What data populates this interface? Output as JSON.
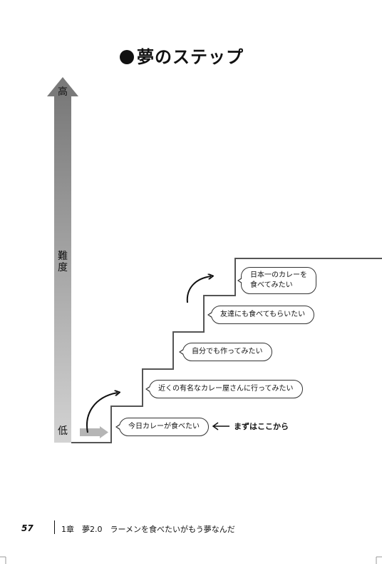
{
  "title": {
    "text": "夢のステップ"
  },
  "axis": {
    "high": "高",
    "middle_line1": "難",
    "middle_line2": "度",
    "low": "低"
  },
  "steps": [
    {
      "label": "今日カレーが食べたい"
    },
    {
      "label": "近くの有名なカレー屋さんに行ってみたい"
    },
    {
      "label": "自分でも作ってみたい"
    },
    {
      "label": "友達にも食べてもらいたい"
    },
    {
      "label_line1": "日本一のカレーを",
      "label_line2": "食べてみたい"
    }
  ],
  "start_note": "まずはここから",
  "footer": {
    "page_number": "57",
    "chapter_text": "1章　夢2.0　ラーメンを食べたいがもう夢なんだ"
  }
}
